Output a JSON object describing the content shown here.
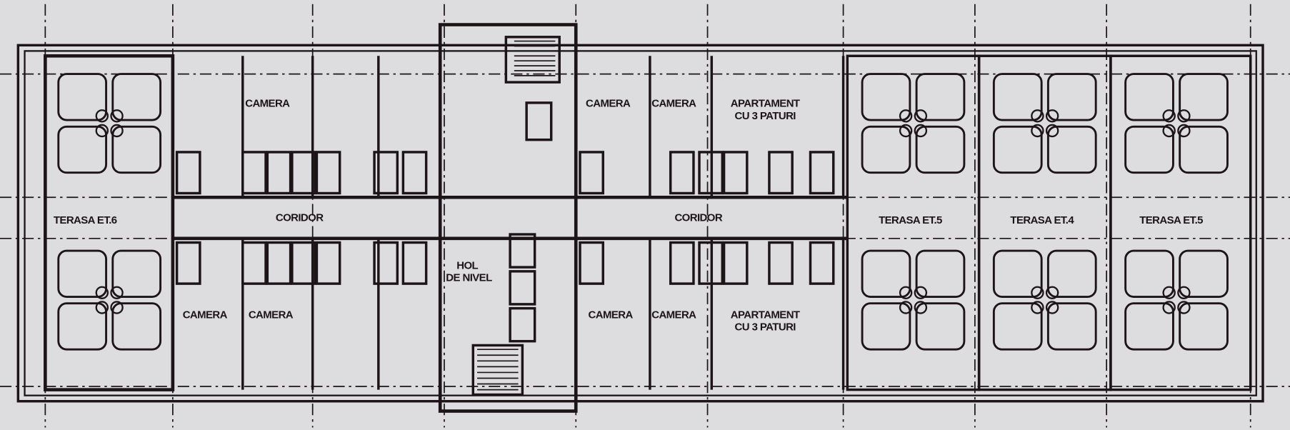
{
  "plan": {
    "rooms_top": [
      {
        "label": "CAMERA"
      },
      {
        "label": "CAMERA"
      },
      {
        "label": "CAMERA"
      },
      {
        "label": "APARTAMENT",
        "label2": "CU 3 PATURI"
      }
    ],
    "rooms_bottom": [
      {
        "label": "CAMERA"
      },
      {
        "label": "CAMERA"
      },
      {
        "label": "CAMERA"
      },
      {
        "label": "CAMERA"
      },
      {
        "label": "APARTAMENT",
        "label2": "CU 3 PATURI"
      }
    ],
    "corridor_left": "CORIDOR",
    "corridor_right": "CORIDOR",
    "hall": {
      "line1": "HOL",
      "line2": "DE NIVEL"
    },
    "terraces": [
      "TERASA ET.6",
      "TERASA ET.5",
      "TERASA ET.4",
      "TERASA ET.5"
    ],
    "colors": {
      "ink": "#1c1416",
      "paper": "#dddddf"
    }
  }
}
